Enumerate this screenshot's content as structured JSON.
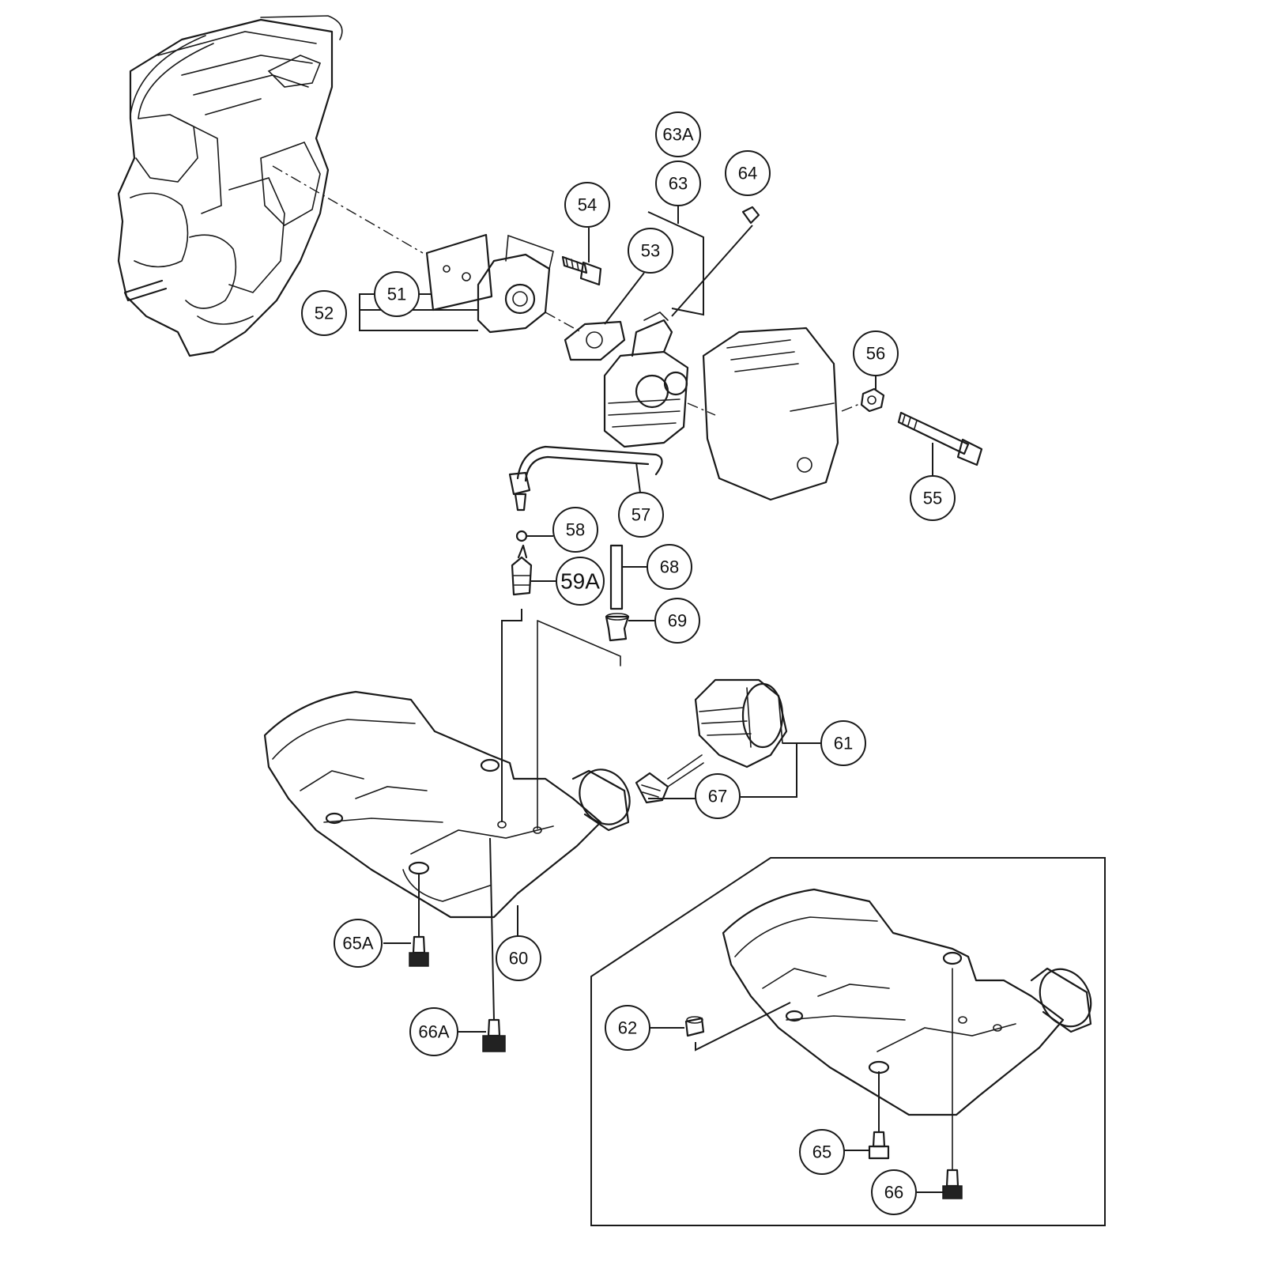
{
  "callouts": {
    "c51": "51",
    "c52": "52",
    "c53": "53",
    "c54": "54",
    "c55": "55",
    "c56": "56",
    "c57": "57",
    "c58": "58",
    "c59A": "59A",
    "c60": "60",
    "c61": "61",
    "c62": "62",
    "c63": "63",
    "c63A": "63A",
    "c64": "64",
    "c65": "65",
    "c65A": "65A",
    "c66": "66",
    "c66A": "66A",
    "c67": "67",
    "c68": "68",
    "c69": "69"
  }
}
